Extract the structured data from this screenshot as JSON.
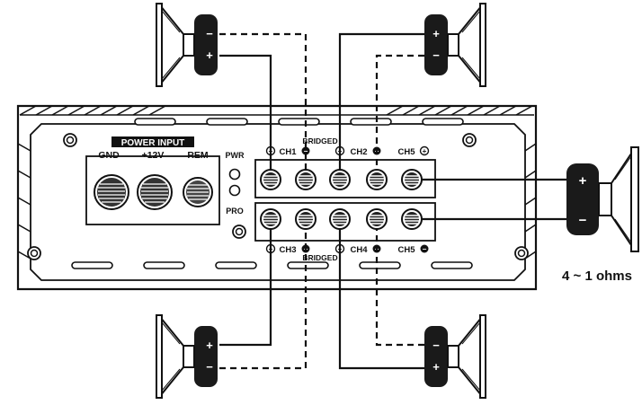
{
  "power_input": {
    "title": "POWER INPUT",
    "gnd": "GND",
    "v12": "+12V",
    "rem": "REM"
  },
  "indicators": {
    "pwr": "PWR",
    "pro": "PRO"
  },
  "channels": {
    "ch1": "CH1",
    "ch2": "CH2",
    "ch3": "CH3",
    "ch4": "CH4",
    "ch5_top": "CH5",
    "ch5_bottom": "CH5"
  },
  "bridged_top": "BRIDGED",
  "bridged_bottom": "BRIDGED",
  "impedance": "4 ~ 1 ohms",
  "speaker_polarity": {
    "plus": "+",
    "minus": "−"
  },
  "icons": [
    "speaker-icon",
    "screw-terminal-icon",
    "mounting-hole-icon",
    "led-icon"
  ]
}
